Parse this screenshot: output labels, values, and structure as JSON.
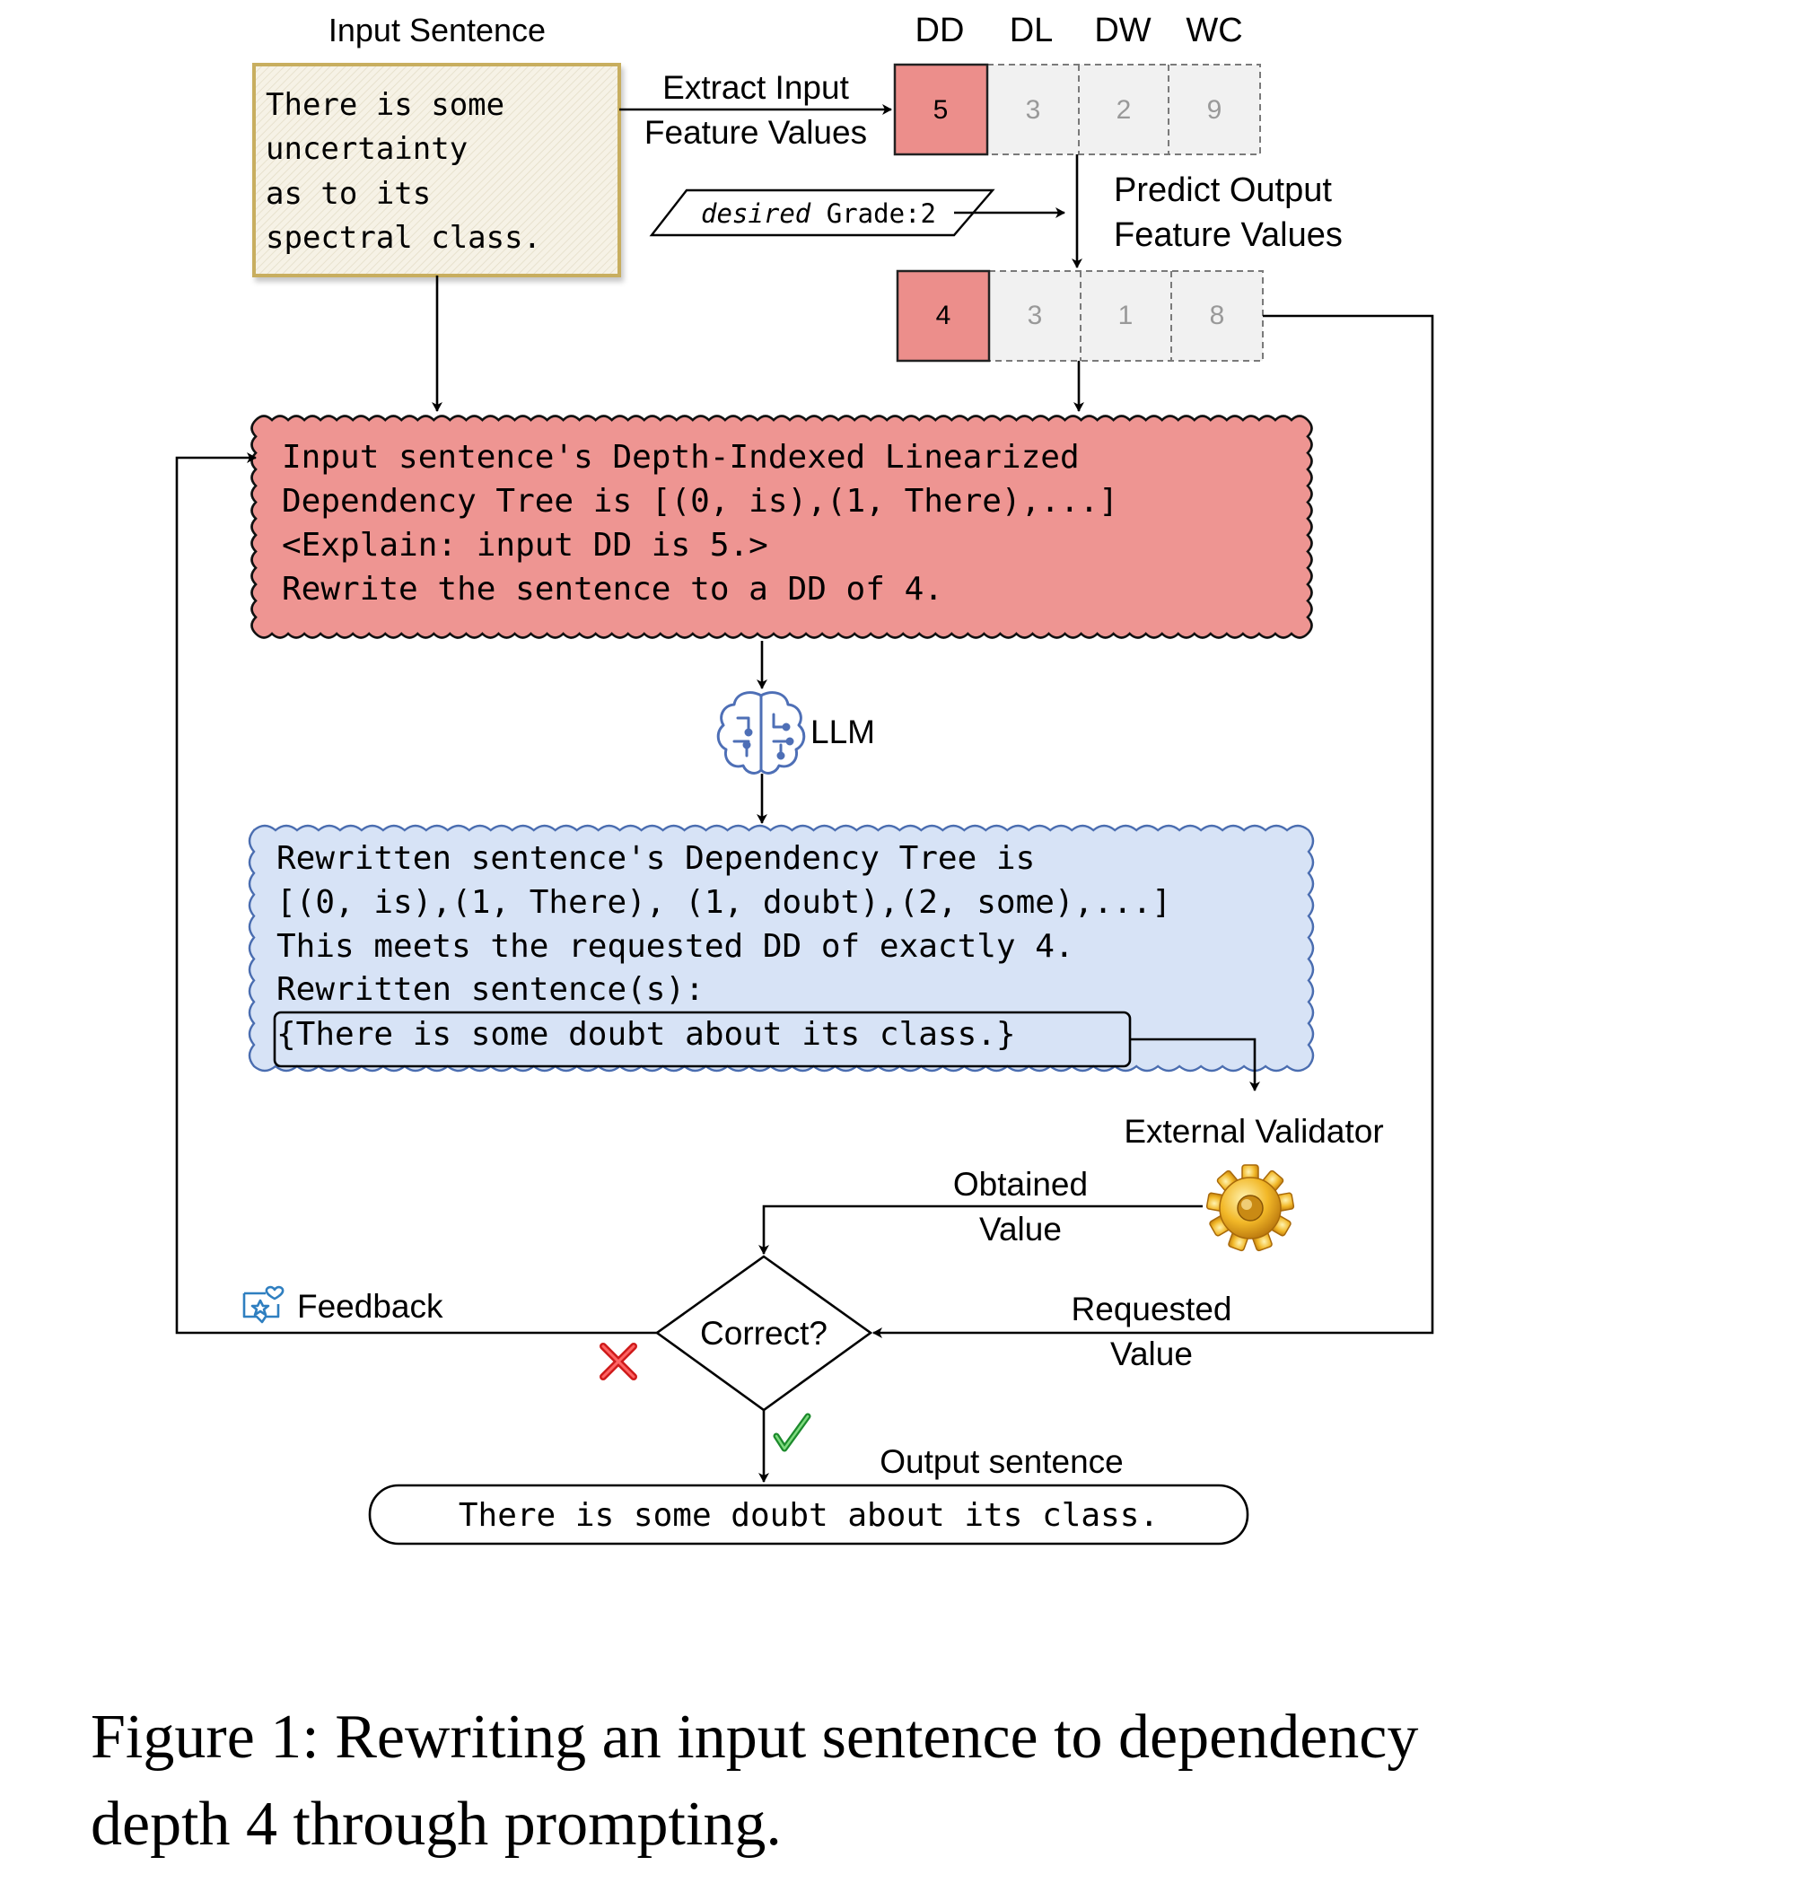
{
  "input": {
    "label": "Input Sentence",
    "lines": [
      "There is some",
      "uncertainty",
      "as to its",
      "spectral class."
    ]
  },
  "extract_label": [
    "Extract Input",
    "Feature Values"
  ],
  "features": {
    "headers": [
      "DD",
      "DL",
      "DW",
      "WC"
    ],
    "input_values": [
      "5",
      "3",
      "2",
      "9"
    ],
    "output_values": [
      "4",
      "3",
      "1",
      "8"
    ],
    "highlight_color": "#ec8e8b"
  },
  "desired": {
    "italic": "desired",
    "rest": "Grade:2"
  },
  "predict_label": [
    "Predict Output",
    "Feature Values"
  ],
  "prompt": {
    "lines": [
      "Input sentence's Depth-Indexed Linearized",
      "Dependency Tree is [(0, is),(1, There),...]",
      "<Explain: input DD is 5.>",
      "Rewrite the sentence to a DD of 4."
    ],
    "color": "#ee9592"
  },
  "llm": {
    "label": "LLM"
  },
  "response": {
    "lines": [
      "Rewritten sentence's Dependency Tree is",
      "[(0, is),(1, There), (1, doubt),(2, some),...]",
      "This meets the requested DD of exactly 4.",
      "Rewritten sentence(s):"
    ],
    "boxed": "{There is some doubt about its class.}",
    "color": "#d7e3f6"
  },
  "validator": {
    "label": "External Validator"
  },
  "obtained_label": [
    "Obtained",
    "Value"
  ],
  "requested_label": [
    "Requested",
    "Value"
  ],
  "decision": {
    "label": "Correct?"
  },
  "feedback": {
    "label": "Feedback"
  },
  "output": {
    "label": "Output sentence",
    "text": "There is some doubt about its class."
  },
  "caption": [
    "Figure 1: Rewriting an input sentence to dependency",
    "depth 4 through prompting."
  ]
}
